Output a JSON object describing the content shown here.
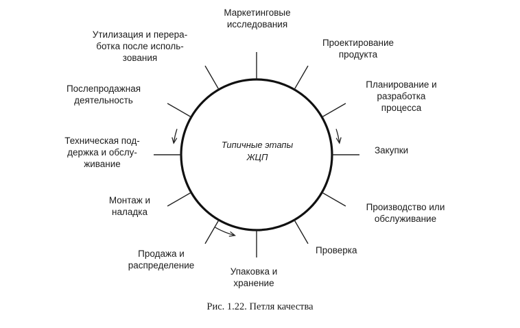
{
  "diagram": {
    "center_label": "Типичные этапы\nЖЦП",
    "stages": [
      {
        "id": "marketing",
        "label": "Маркетинговые\nисследования"
      },
      {
        "id": "design",
        "label": "Проектирование\nпродукта"
      },
      {
        "id": "process-planning",
        "label": "Планирование и\nразработка\nпроцесса"
      },
      {
        "id": "procurement",
        "label": "Закупки"
      },
      {
        "id": "production",
        "label": "Производство или\nобслуживание"
      },
      {
        "id": "inspection",
        "label": "Проверка"
      },
      {
        "id": "packaging",
        "label": "Упаковка и\nхранение"
      },
      {
        "id": "sales",
        "label": "Продажа и\nраспределение"
      },
      {
        "id": "installation",
        "label": "Монтаж и\nналадка"
      },
      {
        "id": "tech-support",
        "label": "Техническая под-\nдержка и обслу-\nживание"
      },
      {
        "id": "after-sales",
        "label": "Послепродажная\nдеятельность"
      },
      {
        "id": "disposal",
        "label": "Утилизация и перера-\nботка после исполь-\nзования"
      }
    ],
    "caption": "Рис. 1.22. Петля качества"
  }
}
